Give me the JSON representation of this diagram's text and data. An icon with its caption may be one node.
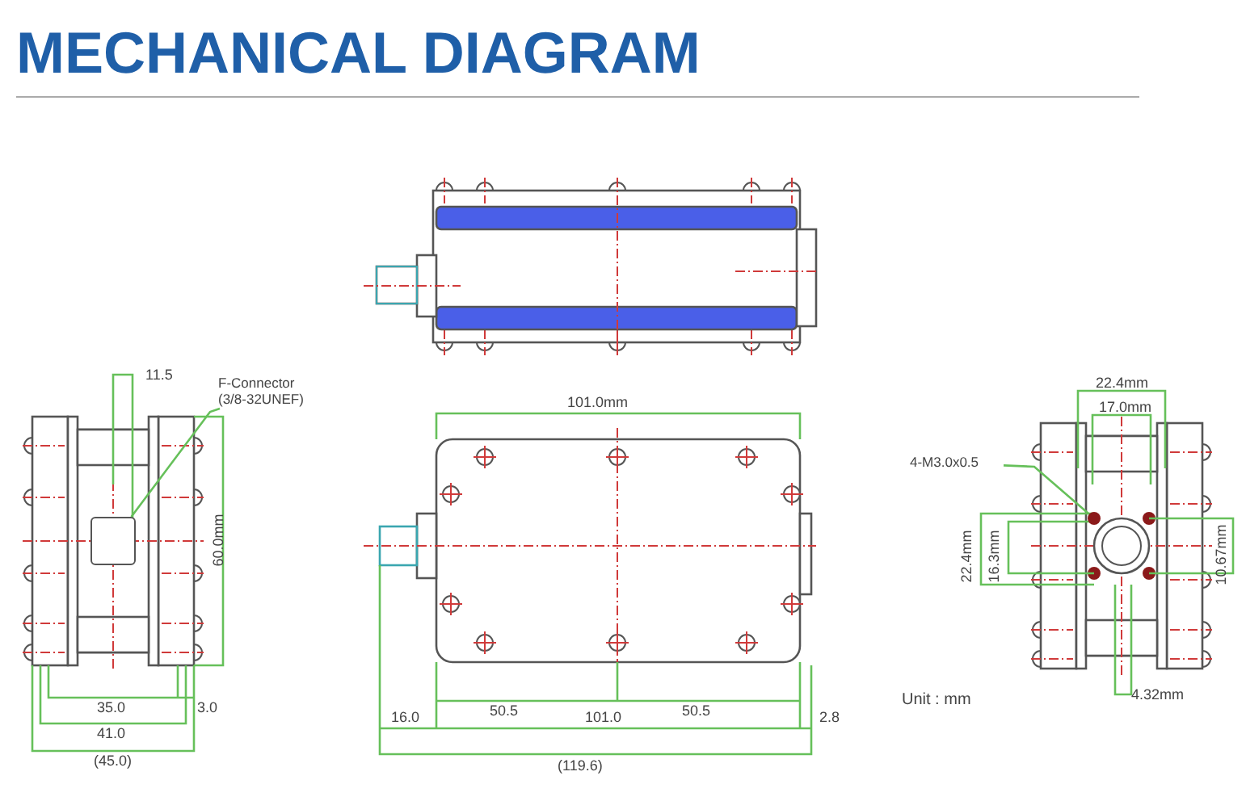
{
  "diagram": {
    "title": "MECHANICAL DIAGRAM",
    "nodes": [
      {
        "text": [
          "F-Connector (3/8-32UNEF)"
        ]
      },
      {
        "text": [],
        "shape": "box"
      },
      {
        "text": [
          "4-M3.0x0.5"
        ]
      },
      {
        "text": [],
        "shape": "circle"
      }
    ],
    "edges": [
      {
        "from": 0,
        "to": 1,
        "arrow": "none"
      },
      {
        "from": 2,
        "to": 3,
        "arrow": "none"
      }
    ],
    "labels": [
      "11.5",
      "60.0mm",
      "35.0",
      "3.0",
      "41.0",
      "(45.0)",
      "101.0mm",
      "50.5",
      "50.5",
      "16.0",
      "101.0",
      "2.8",
      "(119.6)",
      "22.4mm",
      "17.0mm",
      "22.4mm",
      "16.3mm",
      "10.67mm",
      "Unit : mm",
      "4.32mm"
    ]
  }
}
